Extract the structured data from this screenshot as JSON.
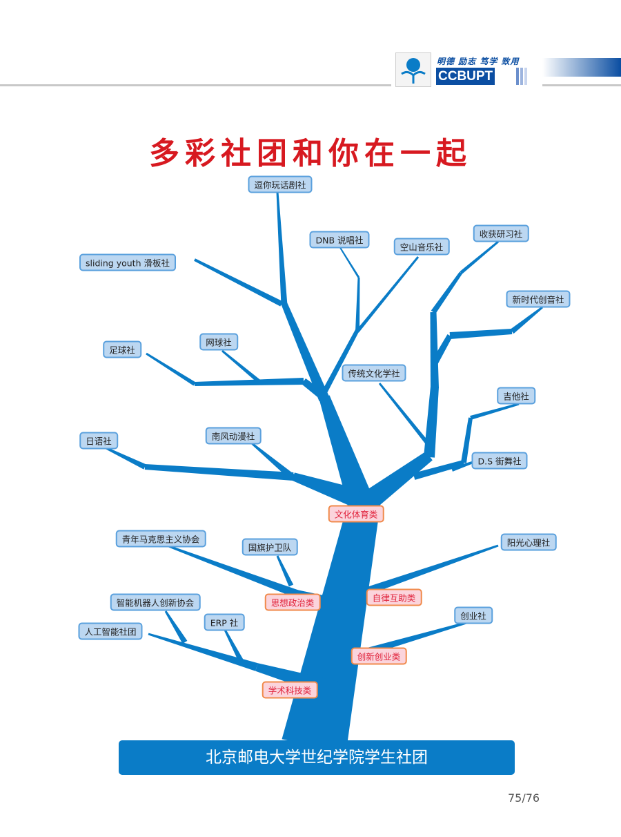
{
  "header": {
    "motto": "明德 励志 笃学 致用",
    "brand": "CCBUPT"
  },
  "title": "多彩社团和你在一起",
  "categories": {
    "culture_sports": "文化体育类",
    "ideology": "思想政治类",
    "self_help": "自律互助类",
    "innovation": "创新创业类",
    "academic": "学术科技类"
  },
  "clubs": {
    "drama": "逗你玩话剧社",
    "dnb": "DNB 说唱社",
    "kongshan": "空山音乐社",
    "shouhuo": "收获研习社",
    "sliding": "sliding youth 滑板社",
    "xinshidai": "新时代创音社",
    "football": "足球社",
    "tennis": "网球社",
    "traditional": "传统文化学社",
    "guitar": "吉他社",
    "japanese": "日语社",
    "anime": "南风动漫社",
    "ds": "D.S 街舞社",
    "marxism": "青年马克思主义协会",
    "flag": "国旗护卫队",
    "sunshine": "阳光心理社",
    "robot": "智能机器人创新协会",
    "erp": "ERP 社",
    "ai": "人工智能社团",
    "startup": "创业社"
  },
  "banner": "北京邮电大学世纪学院学生社团",
  "page_number": "75/76",
  "colors": {
    "tree": "#0a7cc7",
    "title": "#d71920"
  }
}
